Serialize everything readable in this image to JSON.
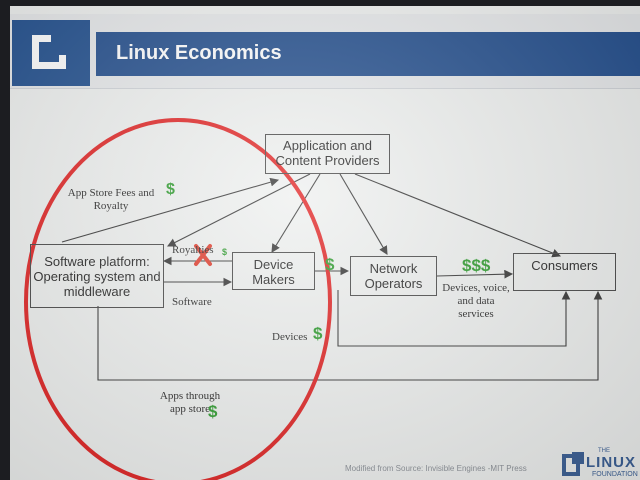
{
  "slide": {
    "title": "Linux Economics",
    "source_note": "Modified from Source: Invisible Engines -MIT Press",
    "logo": {
      "the": "THE",
      "name": "LINUX",
      "foundation": "FOUNDATION"
    }
  },
  "nodes": {
    "app_providers": "Application and Content Providers",
    "software_platform": "Software platform: Operating system and middleware",
    "device_makers": "Device Makers",
    "network_operators": "Network Operators",
    "consumers": "Consumers"
  },
  "labels": {
    "app_store_fees": "App Store Fees and Royalty",
    "royalties": "Royalties",
    "software": "Software",
    "devices": "Devices",
    "devices_voice_data": "Devices, voice, and data services",
    "apps_through_store": "Apps through app store"
  },
  "symbols": {
    "dollar": "$",
    "triple_dollar": "$$$"
  },
  "colors": {
    "title_bar": "#1f4b8b",
    "money": "#2a9a2a",
    "highlight_circle": "#e02020",
    "cross_mark": "#e03a2a"
  },
  "icons": [
    "cross-mark-icon",
    "linux-foundation-logo-icon"
  ]
}
